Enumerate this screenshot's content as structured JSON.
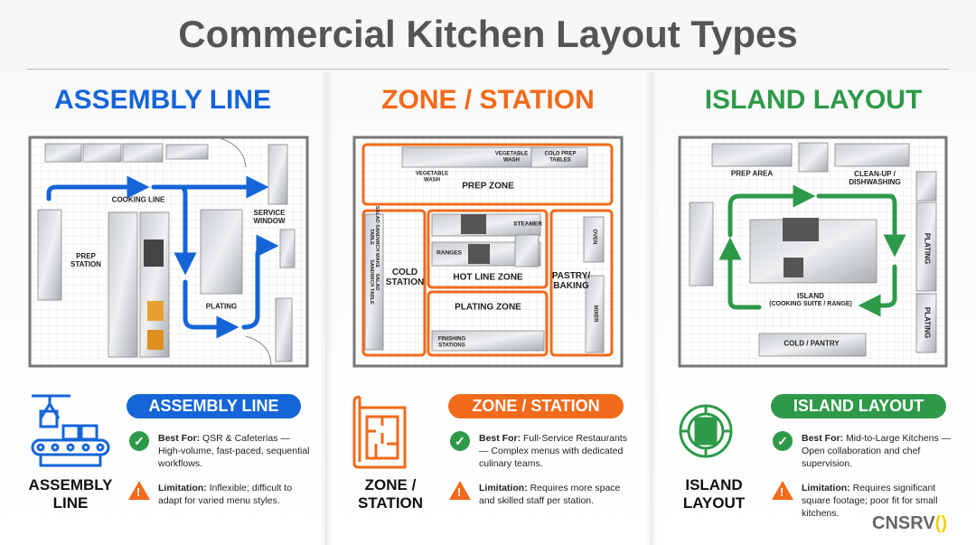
{
  "title": "Commercial Kitchen Layout Types",
  "colors": {
    "assembly": "#1565d8",
    "zone": "#f26a1b",
    "island": "#2e9a49",
    "check": "#2e9a49",
    "warning": "#f26a1b"
  },
  "panels": [
    {
      "heading": "ASSEMBLY LINE",
      "icon": "conveyor-belt-icon",
      "icon_label": [
        "ASSEMBLY",
        "LINE"
      ],
      "pill": "ASSEMBLY LINE",
      "best_for_label": "Best For:",
      "best_for": "QSR & Cafeterias — High-volume, fast-paced, sequential workflows.",
      "limitation_label": "Limitation:",
      "limitation": "Inflexible; difficult to adapt for varied menu styles.",
      "plan": {
        "cooking_line": "COOKING LINE",
        "prep_station": [
          "PREP",
          "STATION"
        ],
        "plating": "PLATING",
        "service_window": [
          "SERVICE",
          "WINDOW"
        ]
      }
    },
    {
      "heading": "ZONE / STATION",
      "icon": "floor-plan-icon",
      "icon_label": [
        "ZONE /",
        "STATION"
      ],
      "pill": "ZONE / STATION",
      "best_for_label": "Best For:",
      "best_for": "Full-Service Restaurants — Complex menus with dedicated culinary teams.",
      "limitation_label": "Limitation:",
      "limitation": "Requires more space and skilled staff per station.",
      "plan": {
        "prep_zone": "PREP ZONE",
        "vegetable_wash_1": [
          "VEGETABLE",
          "WASH"
        ],
        "vegetable_wash_2": [
          "VEGETABLE",
          "WASH"
        ],
        "cold_prep_tables": [
          "COLD PREP",
          "TABLES"
        ],
        "cold_station": [
          "COLD",
          "STATION"
        ],
        "salad_make_table": "SALAD SANDWICH MAKE TABLE",
        "salad_table": "SALAD SANDWICH TABLE",
        "hot_line_zone": "HOT LINE ZONE",
        "steamer": "STEAMER",
        "ranges": "RANGES",
        "plating_zone": "PLATING ZONE",
        "finishing_stations": [
          "FINISHING",
          "STATIONS"
        ],
        "pastry_baking": [
          "PASTRY/",
          "BAKING"
        ],
        "oven": "OVEN",
        "mixer": "MIXER"
      }
    },
    {
      "heading": "ISLAND LAYOUT",
      "icon": "target-island-icon",
      "icon_label": [
        "ISLAND",
        "LAYOUT"
      ],
      "pill": "ISLAND LAYOUT",
      "best_for_label": "Best For:",
      "best_for": "Mid-to-Large Kitchens — Open collaboration and chef supervision.",
      "limitation_label": "Limitation:",
      "limitation": "Requires significant square footage; poor fit for small kitchens.",
      "plan": {
        "prep_area": "PREP AREA",
        "clean_up": [
          "CLEAN-UP /",
          "DISHWASHING"
        ],
        "plating_1": "PLATING",
        "plating_2": "PLATING",
        "island": [
          "ISLAND",
          "(COOKING SUITE / RANGE)"
        ],
        "cold_pantry": "COLD / PANTRY"
      }
    }
  ],
  "brand": "CNSRV"
}
